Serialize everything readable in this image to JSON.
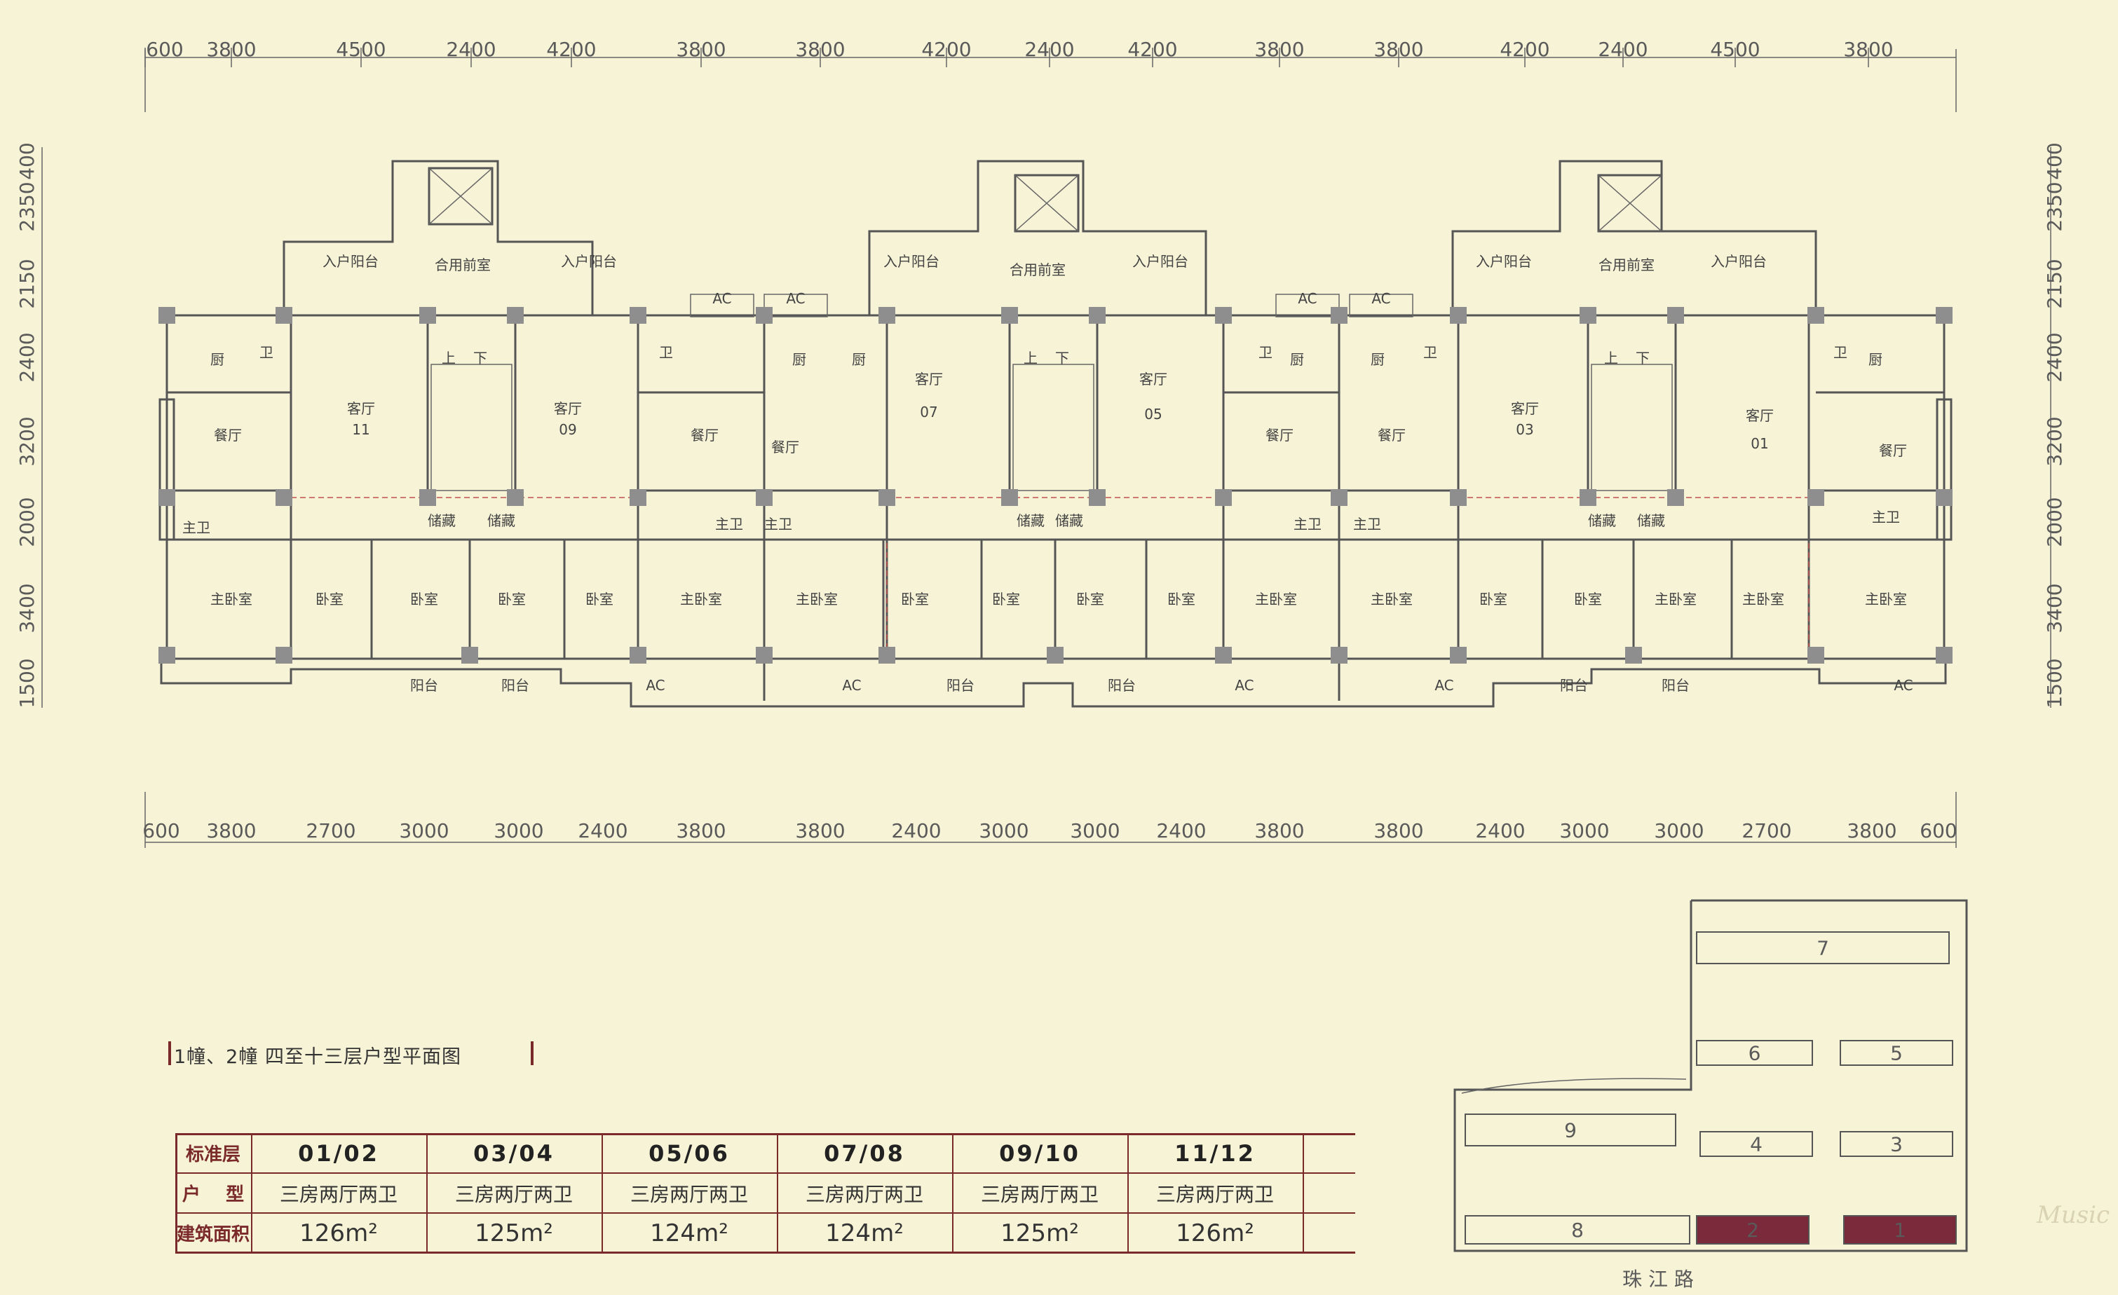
{
  "top_dimensions": [
    "600",
    "3800",
    "4500",
    "2400",
    "4200",
    "3800",
    "3800",
    "4200",
    "2400",
    "4200",
    "3800",
    "3800",
    "4200",
    "2400",
    "4500",
    "3800"
  ],
  "bottom_dimensions": [
    "600",
    "3800",
    "2700",
    "3000",
    "3000",
    "2400",
    "3800",
    "3800",
    "2400",
    "3000",
    "3000",
    "2400",
    "3800",
    "3800",
    "2400",
    "3000",
    "3000",
    "2700",
    "3800",
    "600"
  ],
  "left_dimensions": [
    "400",
    "2350",
    "2150",
    "2400",
    "3200",
    "2000",
    "3400",
    "1500"
  ],
  "right_dimensions": [
    "400",
    "2350",
    "2150",
    "2400",
    "3200",
    "2000",
    "3400",
    "1500"
  ],
  "rooms": {
    "entry_balcony": "入户阳台",
    "shared_lobby": "合用前室",
    "kitchen": "厨",
    "bath": "卫",
    "living": "客厅",
    "dining": "餐厅",
    "master_bath": "主卫",
    "storage": "储藏",
    "master_bedroom": "主卧室",
    "bedroom": "卧室",
    "balcony": "阳台",
    "ac": "AC",
    "up": "上",
    "down": "下"
  },
  "unit_numbers": [
    "11",
    "09",
    "07",
    "05",
    "03",
    "01"
  ],
  "title": "1幢、2幢 四至十三层户型平面图",
  "table": {
    "header_floor": "标准层",
    "header_type": "户    型",
    "header_area": "建筑面积",
    "units": [
      {
        "code": "01/02",
        "type": "三房两厅两卫",
        "area": "126m²"
      },
      {
        "code": "03/04",
        "type": "三房两厅两卫",
        "area": "125m²"
      },
      {
        "code": "05/06",
        "type": "三房两厅两卫",
        "area": "124m²"
      },
      {
        "code": "07/08",
        "type": "三房两厅两卫",
        "area": "124m²"
      },
      {
        "code": "09/10",
        "type": "三房两厅两卫",
        "area": "125m²"
      },
      {
        "code": "11/12",
        "type": "三房两厅两卫",
        "area": "126m²"
      }
    ]
  },
  "site_plan": {
    "buildings": [
      "7",
      "6",
      "5",
      "9",
      "4",
      "3",
      "8",
      "2",
      "1"
    ],
    "road": "珠 江 路",
    "highlight_color": "#7a2a3a"
  },
  "colors": {
    "background": "#f7f3d6",
    "accent": "#7a2a2a",
    "wall": "#555555",
    "column": "#8e8e8e"
  }
}
